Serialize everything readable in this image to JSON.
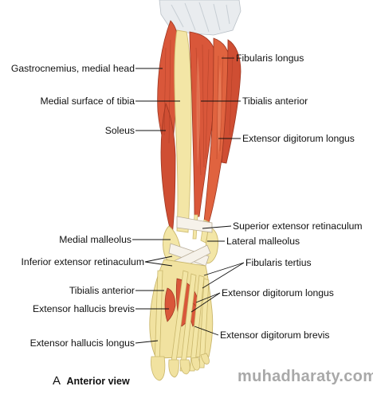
{
  "labels": {
    "gastrocnemius_medial_head": "Gastrocnemius, medial head",
    "medial_surface_of_tibia": "Medial surface of tibia",
    "soleus": "Soleus",
    "medial_malleolus": "Medial malleolus",
    "inferior_extensor_retinaculum": "Inferior extensor retinaculum",
    "tibialis_anterior_foot": "Tibialis anterior",
    "extensor_hallucis_brevis": "Extensor hallucis brevis",
    "extensor_hallucis_longus": "Extensor hallucis longus",
    "fibularis_longus": "Fibularis longus",
    "tibialis_anterior": "Tibialis anterior",
    "extensor_digitorum_longus": "Extensor digitorum longus",
    "superior_extensor_retinaculum": "Superior extensor retinaculum",
    "lateral_malleolus": "Lateral malleolus",
    "fibularis_tertius": "Fibularis tertius",
    "extensor_digitorum_longus_foot": "Extensor digitorum longus",
    "extensor_digitorum_brevis": "Extensor digitorum brevis"
  },
  "caption": {
    "letter": "A",
    "text": "Anterior view"
  },
  "watermark": "muhadharaty.com",
  "colors": {
    "muscle": "#d9573a",
    "muscle_dark": "#b23f26",
    "muscle_light": "#ec8a66",
    "tendon": "#f3e6a6",
    "tendon_edge": "#d8c57a",
    "retinaculum": "#f6f2ea",
    "knee_fascia": "#e9ecef"
  }
}
